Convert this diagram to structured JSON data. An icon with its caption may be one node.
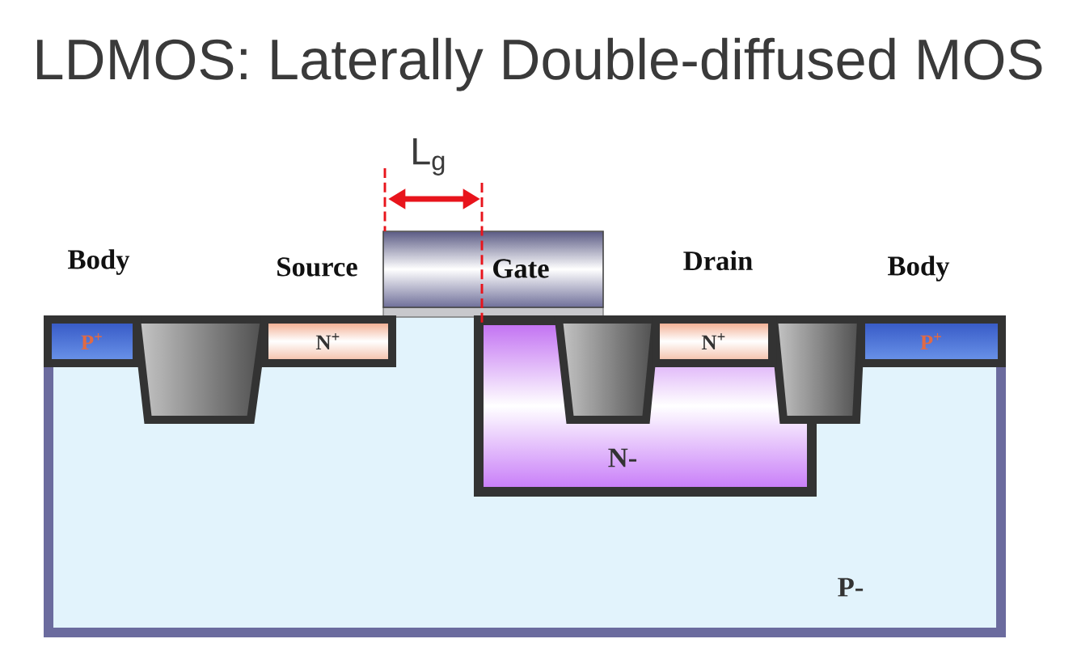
{
  "diagram": {
    "title": "LDMOS: Laterally Double-diffused MOS",
    "nodes": [
      {
        "text": [
          "P-"
        ]
      },
      {
        "text": [
          "P$^{+}$"
        ],
        "in": 0,
        "beside": [
          "Body"
        ]
      },
      {
        "text": [
          "N$^{+}$"
        ],
        "in": 0,
        "beside": [
          "Source"
        ]
      },
      {
        "text": [
          "Gate"
        ]
      },
      {
        "text": [
          "N-"
        ],
        "in": 0
      },
      {
        "text": [
          "N$^{+}$"
        ],
        "in": 4,
        "beside": [
          "Drain"
        ]
      },
      {
        "text": [
          "P$^{+}$"
        ],
        "in": 0,
        "beside": [
          "Body"
        ]
      }
    ],
    "labels": [
      "L$_{g}$"
    ]
  }
}
